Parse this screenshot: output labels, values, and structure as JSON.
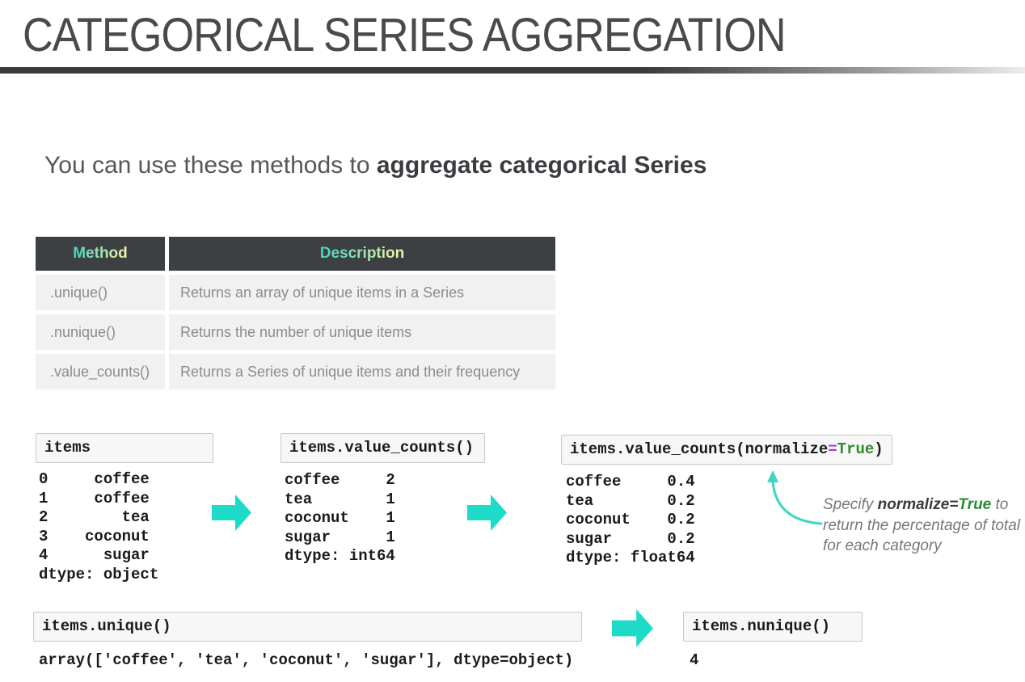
{
  "title": "CATEGORICAL SERIES AGGREGATION",
  "subtitle": {
    "normal": "You can use these methods to ",
    "bold": "aggregate categorical Series"
  },
  "table": {
    "headers": [
      "Method",
      "Description"
    ],
    "rows": [
      {
        "method": ".unique()",
        "description": "Returns an array of unique items in a Series"
      },
      {
        "method": ".nunique()",
        "description": "Returns the number of unique items"
      },
      {
        "method": ".value_counts()",
        "description": "Returns a Series of unique items and their frequency"
      }
    ]
  },
  "examples": {
    "items": {
      "code": "items",
      "output": "0     coffee\n1     coffee\n2        tea\n3    coconut\n4      sugar\ndtype: object"
    },
    "value_counts": {
      "code": "items.value_counts()",
      "output": "coffee     2\ntea        1\ncoconut    1\nsugar      1\ndtype: int64"
    },
    "normalize": {
      "code_pre": "items.value_counts(normalize",
      "code_eq": "=",
      "code_true": "True",
      "code_post": ")",
      "output": "coffee     0.4\ntea        0.2\ncoconut    0.2\nsugar      0.2\ndtype: float64"
    },
    "unique": {
      "code": "items.unique()",
      "output": "array(['coffee', 'tea', 'coconut', 'sugar'], dtype=object)"
    },
    "nunique": {
      "code": "items.nunique()",
      "output": "4"
    }
  },
  "annotation": {
    "part1": "Specify ",
    "keyword": "normalize",
    "eq": "=",
    "kw_true": "True",
    "part2": " to return the percentage of total for each category"
  },
  "colors": {
    "arrow": "#1edac8",
    "header_gradient_start": "#40d3c0",
    "header_gradient_end": "#f6f6a1",
    "operator_purple": "#a040d0",
    "keyword_green": "#2e8b2e"
  }
}
